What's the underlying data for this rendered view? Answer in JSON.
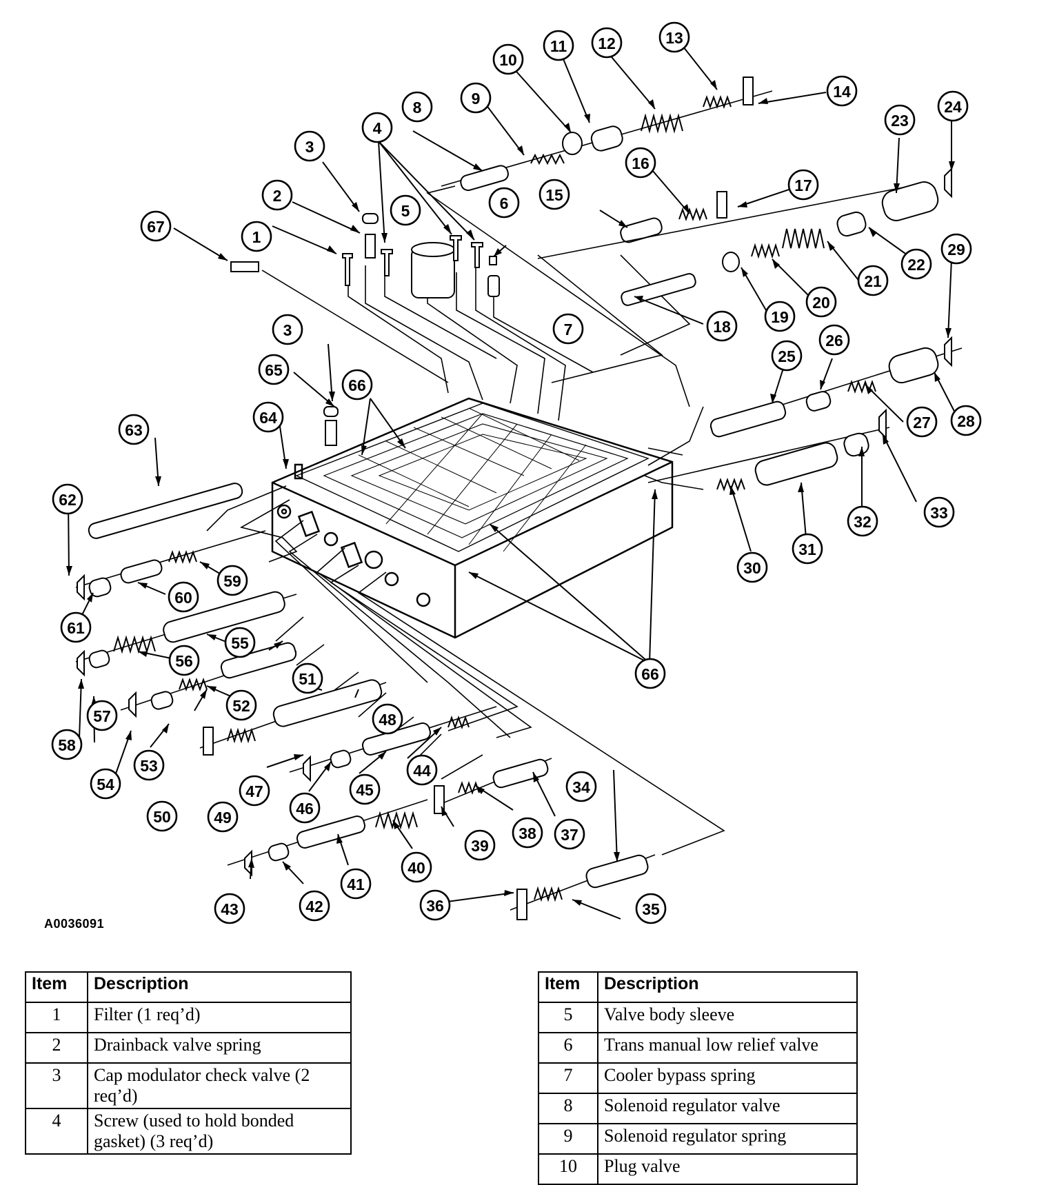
{
  "figure_id": "A0036091",
  "callouts": [
    "1",
    "2",
    "3",
    "3",
    "4",
    "5",
    "6",
    "7",
    "8",
    "9",
    "10",
    "11",
    "12",
    "13",
    "14",
    "15",
    "16",
    "17",
    "18",
    "19",
    "20",
    "21",
    "22",
    "23",
    "24",
    "25",
    "26",
    "27",
    "28",
    "29",
    "30",
    "31",
    "32",
    "33",
    "34",
    "35",
    "36",
    "37",
    "38",
    "39",
    "40",
    "41",
    "42",
    "43",
    "44",
    "45",
    "46",
    "47",
    "48",
    "49",
    "50",
    "51",
    "52",
    "53",
    "54",
    "55",
    "56",
    "57",
    "58",
    "59",
    "60",
    "61",
    "62",
    "63",
    "64",
    "65",
    "66",
    "66",
    "67"
  ],
  "tables": [
    {
      "header": {
        "item": "Item",
        "description": "Description"
      },
      "rows": [
        {
          "item": "1",
          "description": "Filter (1 req’d)"
        },
        {
          "item": "2",
          "description": "Drainback valve spring"
        },
        {
          "item": "3",
          "description": "Cap modulator check valve (2 req’d)"
        },
        {
          "item": "4",
          "description": "Screw (used to hold bonded gasket) (3 req’d)"
        }
      ]
    },
    {
      "header": {
        "item": "Item",
        "description": "Description"
      },
      "rows": [
        {
          "item": "5",
          "description": "Valve body sleeve"
        },
        {
          "item": "6",
          "description": "Trans manual low relief valve"
        },
        {
          "item": "7",
          "description": "Cooler bypass spring"
        },
        {
          "item": "8",
          "description": "Solenoid regulator valve"
        },
        {
          "item": "9",
          "description": "Solenoid regulator spring"
        },
        {
          "item": "10",
          "description": "Plug valve"
        }
      ]
    }
  ]
}
